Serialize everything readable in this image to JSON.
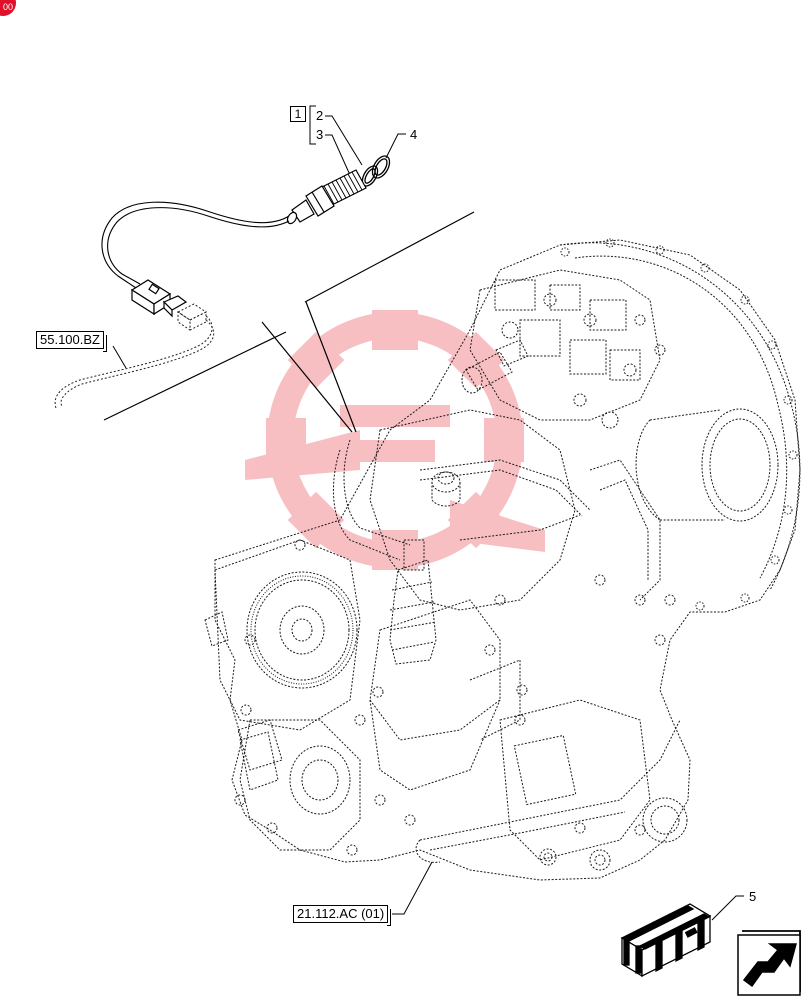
{
  "badge": {
    "text": "00"
  },
  "callouts": {
    "kit": "1",
    "part2": "2",
    "part3": "3",
    "part4": "4",
    "part5": "5"
  },
  "references": {
    "wiring": "55.100.BZ",
    "transmission": "21.112.AC (01)"
  },
  "colors": {
    "line": "#000000",
    "dotted": "#222222",
    "watermark": "#e81e2c",
    "badge": "#e0102a"
  },
  "icons": [
    "sensor-icon",
    "o-ring-icon",
    "connector-icon",
    "transmission-icon",
    "crate-icon",
    "next-page-arrow-icon",
    "watermark-logo"
  ]
}
